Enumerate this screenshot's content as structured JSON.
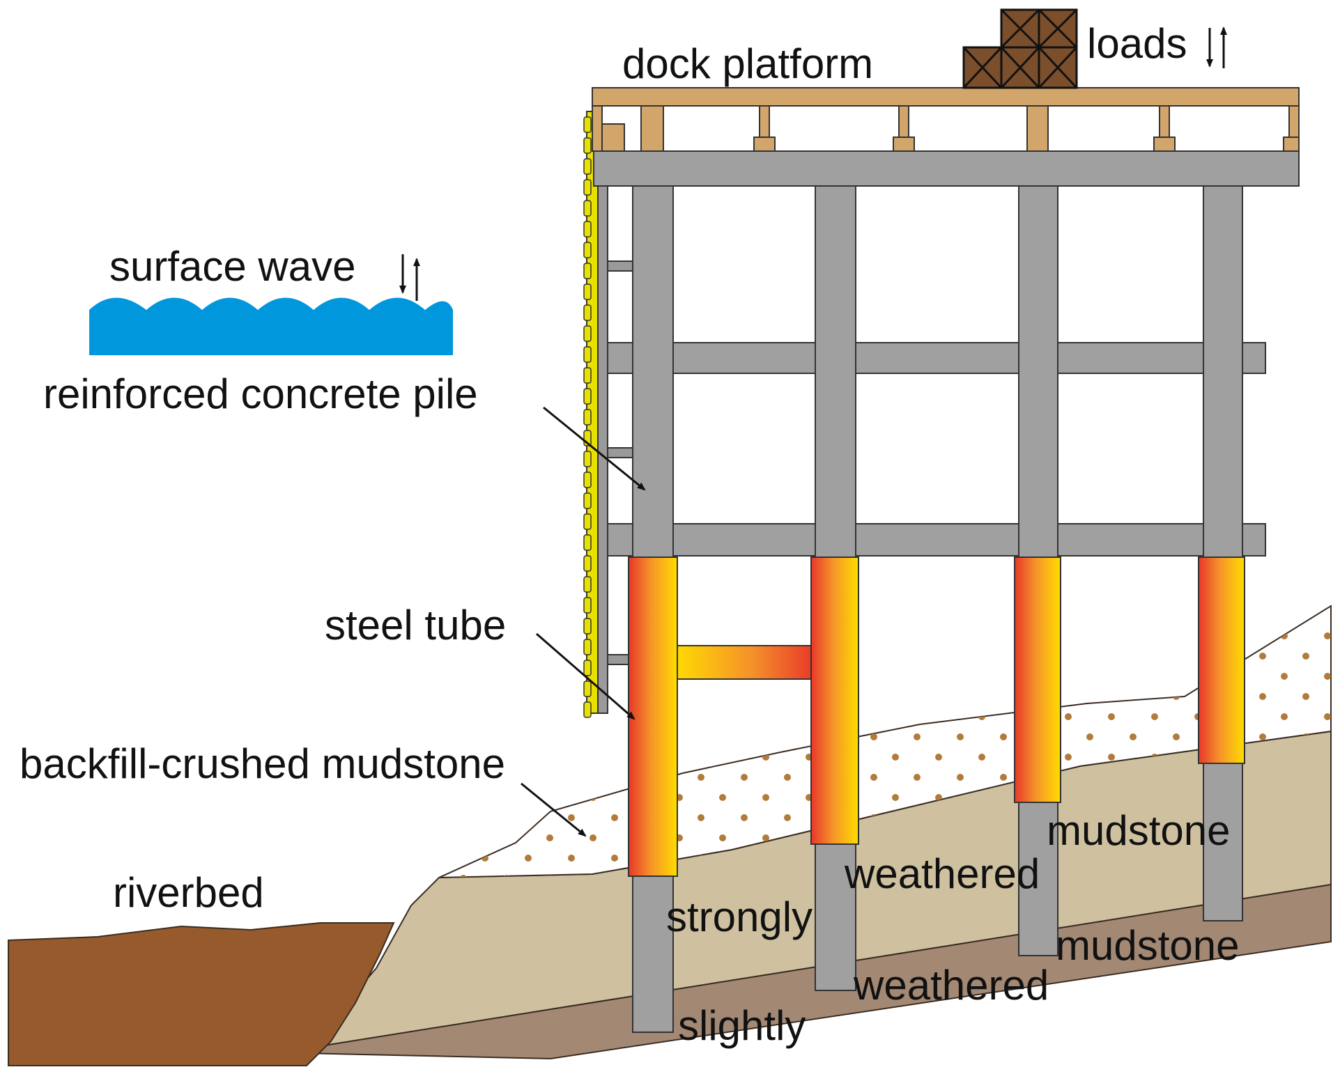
{
  "labels": {
    "dock_platform": "dock platform",
    "loads": "loads",
    "surface_wave": "surface wave",
    "reinforced_concrete_pile": "reinforced concrete pile",
    "steel_tube": "steel tube",
    "backfill": "backfill-crushed mudstone",
    "riverbed": "riverbed",
    "strongly": "strongly",
    "weathered_upper": "weathered",
    "mudstone_upper": "mudstone",
    "slightly": "slightly",
    "weathered_lower": "weathered",
    "mudstone_lower": "mudstone"
  },
  "colors": {
    "platform_wood": "#D2A56B",
    "concrete_gray": "#A0A0A0",
    "water_blue": "#0097DC",
    "riverbed_brown": "#965A2D",
    "strongly_weathered": "#CFC1A0",
    "slightly_weathered": "#A38874",
    "backfill_dot": "#B17B3C",
    "crate_brown": "#7B4E2C",
    "steel_red": "#E8372A",
    "steel_yellow": "#FFDD00",
    "guard_yellow": "#E8E000"
  },
  "icons": {
    "surface_wave_arrows": "up-down-arrows-icon",
    "loads_arrows": "up-down-arrows-icon"
  }
}
